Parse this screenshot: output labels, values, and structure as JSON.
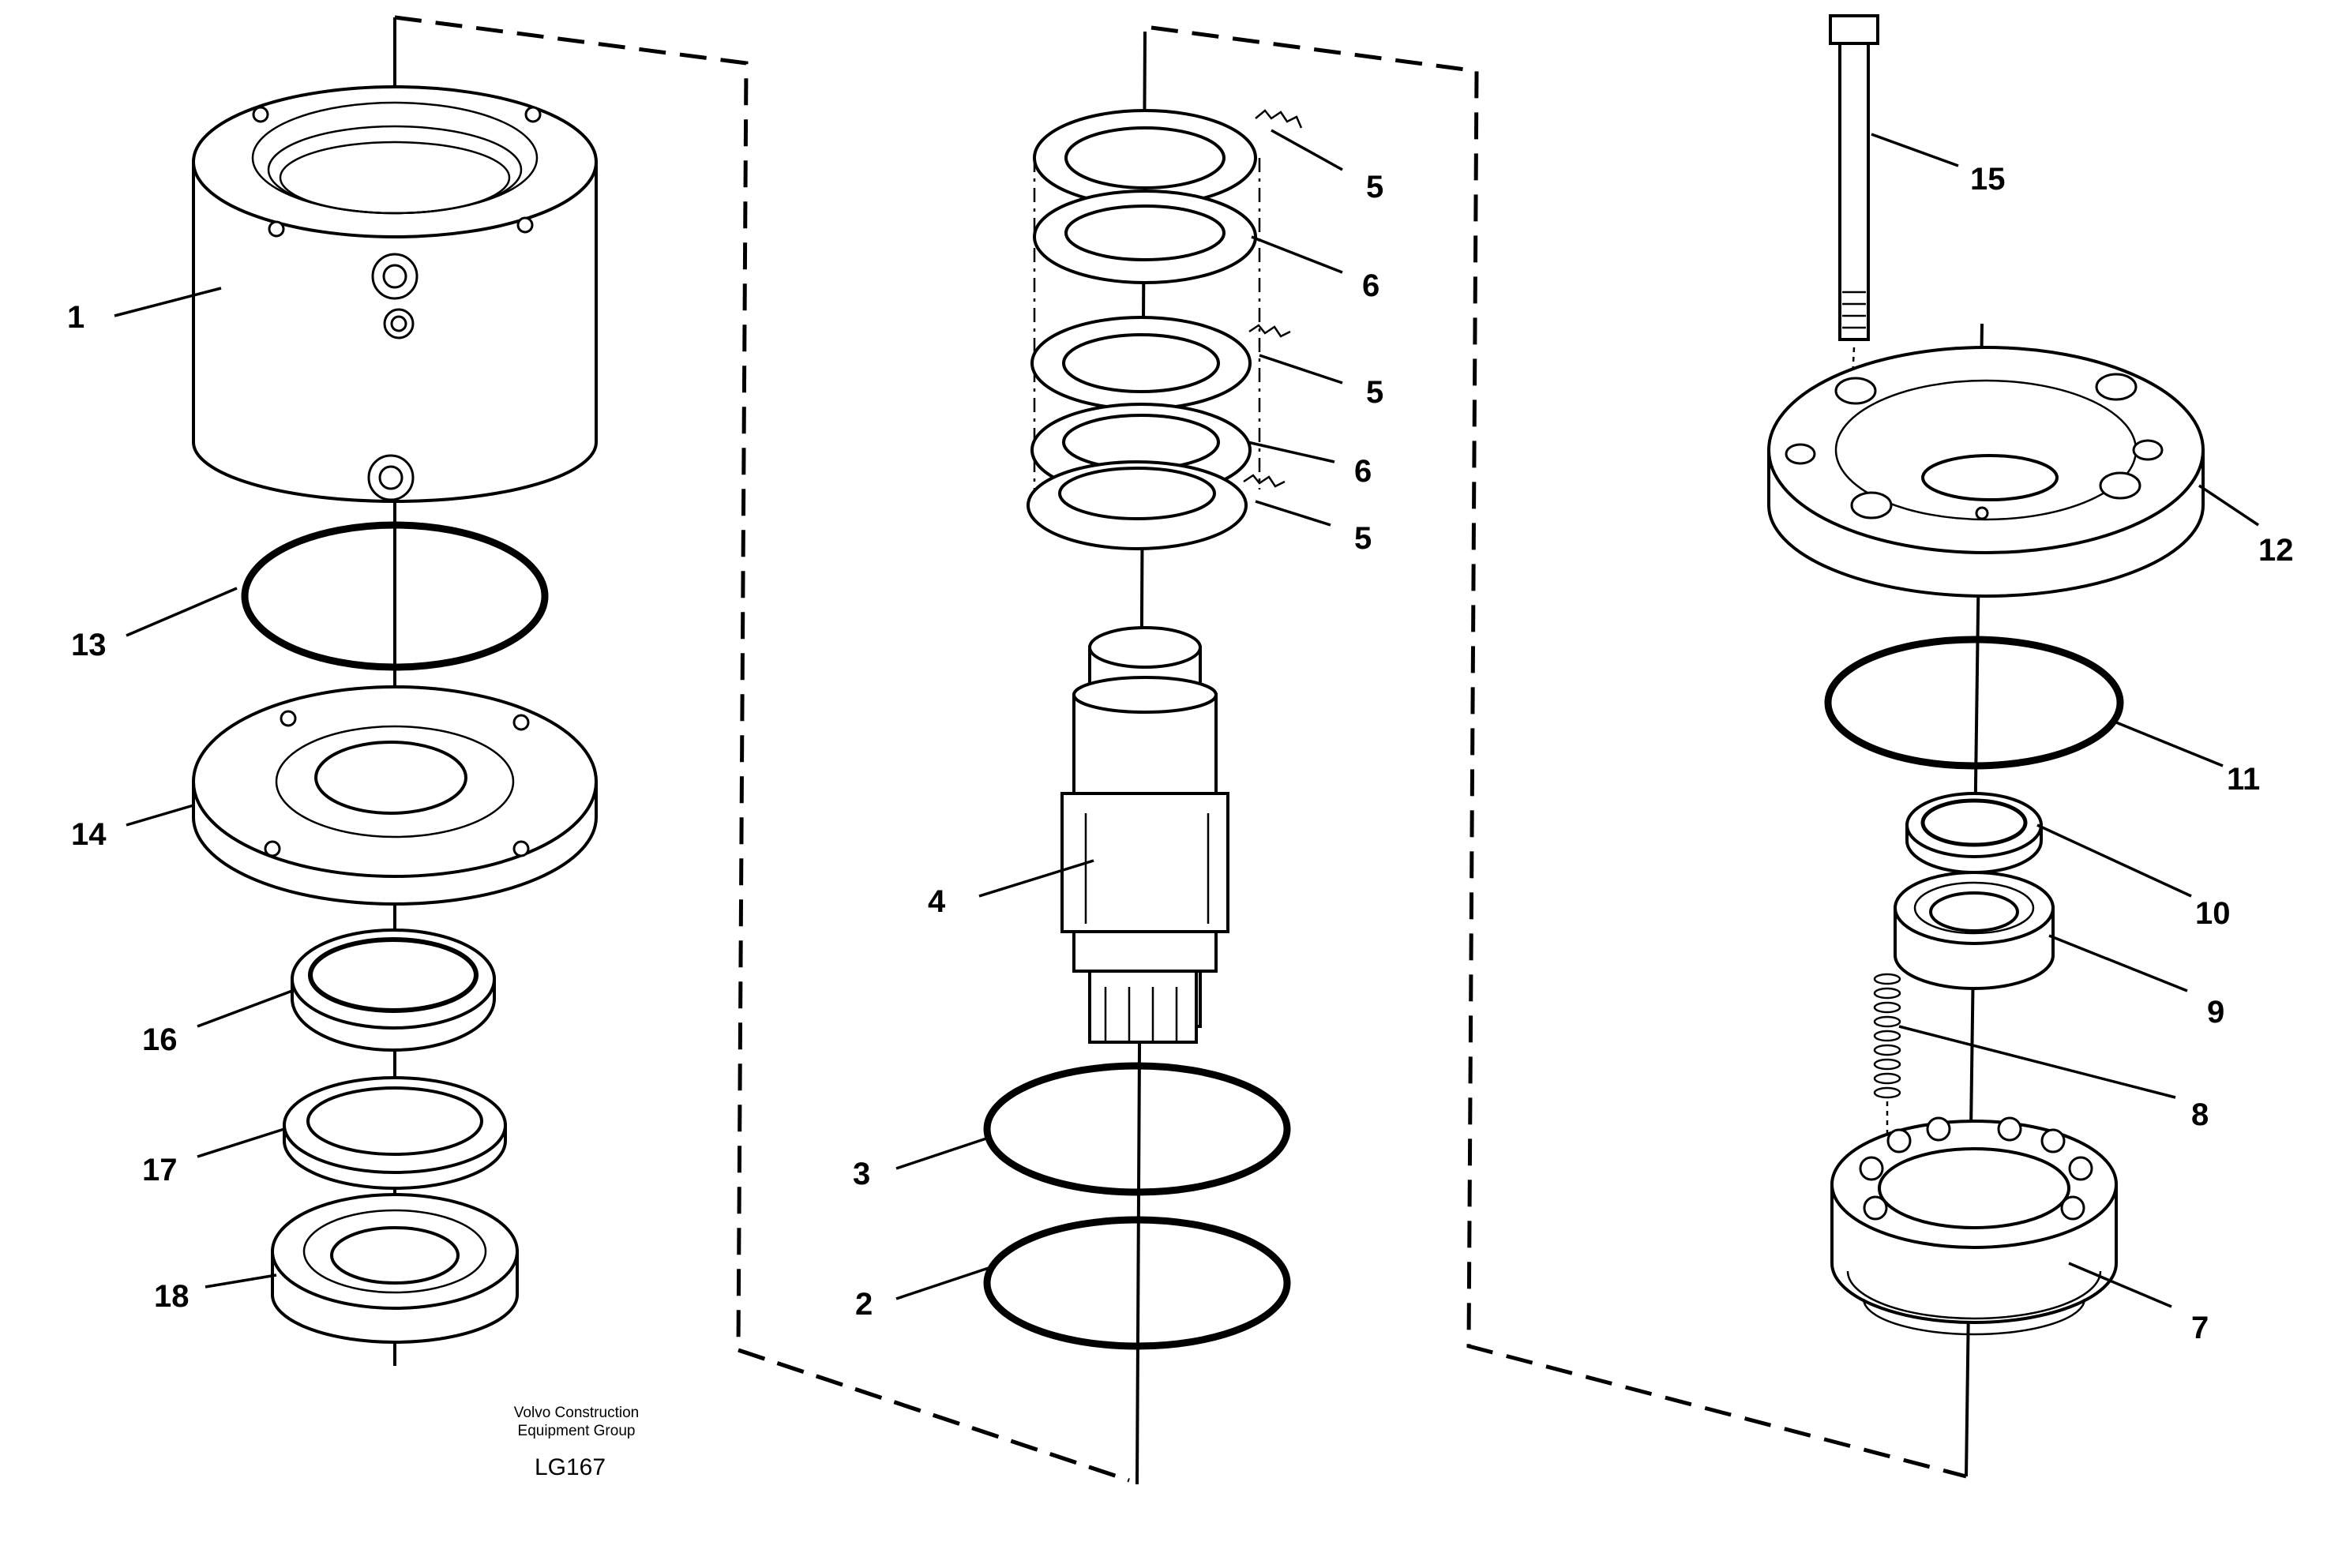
{
  "callouts": [
    {
      "id": "1",
      "label": "1"
    },
    {
      "id": "2",
      "label": "2"
    },
    {
      "id": "3",
      "label": "3"
    },
    {
      "id": "4",
      "label": "4"
    },
    {
      "id": "5a",
      "label": "5"
    },
    {
      "id": "5b",
      "label": "5"
    },
    {
      "id": "5c",
      "label": "5"
    },
    {
      "id": "6a",
      "label": "6"
    },
    {
      "id": "6b",
      "label": "6"
    },
    {
      "id": "7",
      "label": "7"
    },
    {
      "id": "8",
      "label": "8"
    },
    {
      "id": "9",
      "label": "9"
    },
    {
      "id": "10",
      "label": "10"
    },
    {
      "id": "11",
      "label": "11"
    },
    {
      "id": "12",
      "label": "12"
    },
    {
      "id": "13",
      "label": "13"
    },
    {
      "id": "14",
      "label": "14"
    },
    {
      "id": "15",
      "label": "15"
    },
    {
      "id": "16",
      "label": "16"
    },
    {
      "id": "17",
      "label": "17"
    },
    {
      "id": "18",
      "label": "18"
    }
  ],
  "credit": {
    "line1": "Volvo Construction",
    "line2": "Equipment Group",
    "reference": "LG167"
  }
}
